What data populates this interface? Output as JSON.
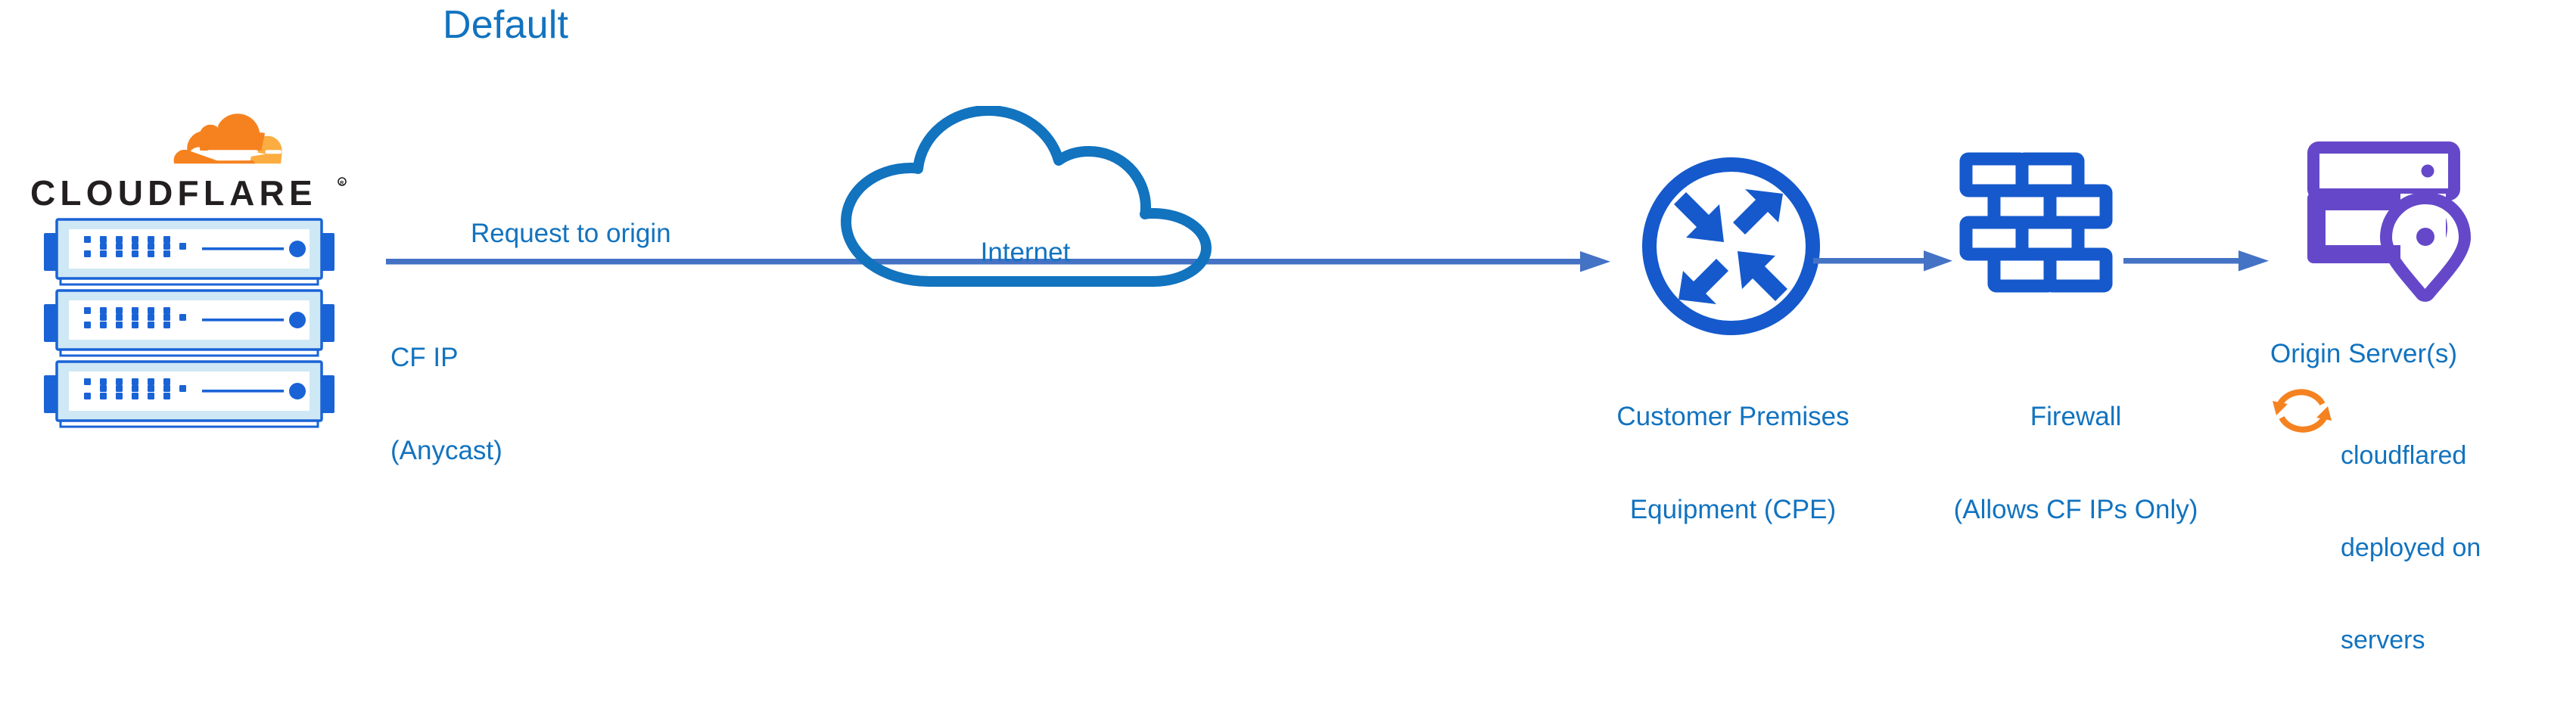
{
  "title": "Default",
  "brand": {
    "name": "CLOUDFLARE",
    "registered_mark": "®",
    "logo_orange": "#f6821f",
    "logo_orange_light": "#fbad41",
    "wordmark_color": "#231f20"
  },
  "colors": {
    "label_blue": "#1273bf",
    "arrow_blue": "#4472c4",
    "icon_blue": "#1559cc",
    "switch_blue": "#1a63d6",
    "switch_fill": "#cfe8f5",
    "origin_purple": "#6548c9",
    "cloudflared_orange": "#f58220",
    "background": "#ffffff"
  },
  "flow": {
    "request_label": "Request to origin",
    "source_label_line1": "CF IP",
    "source_label_line2": "(Anycast)",
    "arrows": [
      {
        "name": "cf-to-internet-to-cpe"
      },
      {
        "name": "cpe-to-firewall"
      },
      {
        "name": "firewall-to-origin"
      }
    ]
  },
  "nodes": {
    "edge": {
      "name": "cloudflare-edge-switches",
      "device_count": 3,
      "icon": "network-switch-icon"
    },
    "internet": {
      "label": "Internet",
      "icon": "cloud-icon"
    },
    "cpe": {
      "label_line1": "Customer Premises",
      "label_line2": "Equipment (CPE)",
      "icon": "router-icon"
    },
    "firewall": {
      "label_line1": "Firewall",
      "label_line2": "(Allows CF IPs Only)",
      "icon": "brick-wall-icon"
    },
    "origin": {
      "label": "Origin Server(s)",
      "icon": "server-rack-location-icon",
      "note_icon": "refresh-cycle-icon",
      "note_line1": "cloudflared",
      "note_line2": "deployed on",
      "note_line3": "servers"
    }
  }
}
